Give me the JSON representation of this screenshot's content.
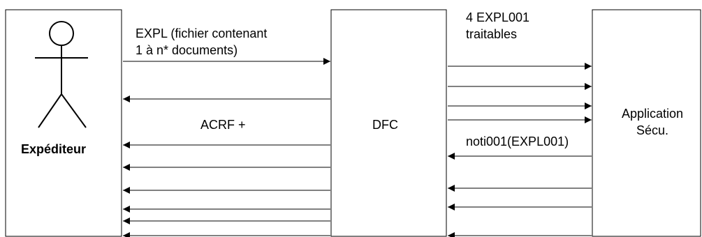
{
  "actors": {
    "sender": {
      "label": "Expéditeur"
    },
    "dfc": {
      "label": "DFC"
    },
    "app": {
      "label_line1": "Application",
      "label_line2": "Sécu."
    }
  },
  "messages": {
    "expl_line1": "EXPL (fichier contenant",
    "expl_line2": "1 à n* documents)",
    "acrf": "ACRF +",
    "expl001_line1": "4 EXPL001",
    "expl001_line2": "traitables",
    "noti": "noti001(EXPL001)"
  },
  "colors": {
    "stroke": "#000000",
    "background": "#ffffff"
  }
}
